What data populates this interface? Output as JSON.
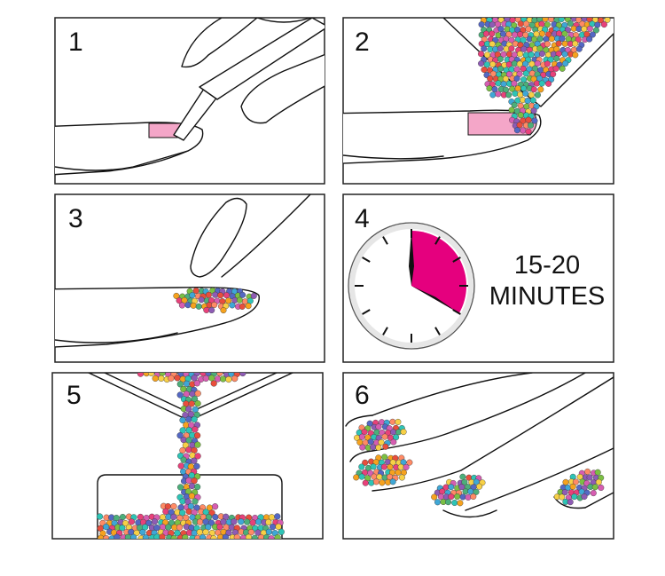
{
  "steps": [
    {
      "number": "1"
    },
    {
      "number": "2"
    },
    {
      "number": "3"
    },
    {
      "number": "4",
      "time_line1": "15-20",
      "time_line2": "MINUTES"
    },
    {
      "number": "5"
    },
    {
      "number": "6"
    }
  ],
  "colors": {
    "polish_pink": "#f4a6c8",
    "timer_magenta": "#e5007e",
    "clock_rim": "#e6e6e6",
    "beads": [
      "#e8417a",
      "#3fa7d6",
      "#7bc043",
      "#f6a21e",
      "#8e5bb5",
      "#e94e3c",
      "#2ec4b6",
      "#f7d046",
      "#5468c4",
      "#d65db1",
      "#4caf7a",
      "#ff8a65"
    ]
  },
  "timer": {
    "elapsed_fraction": 0.333
  }
}
